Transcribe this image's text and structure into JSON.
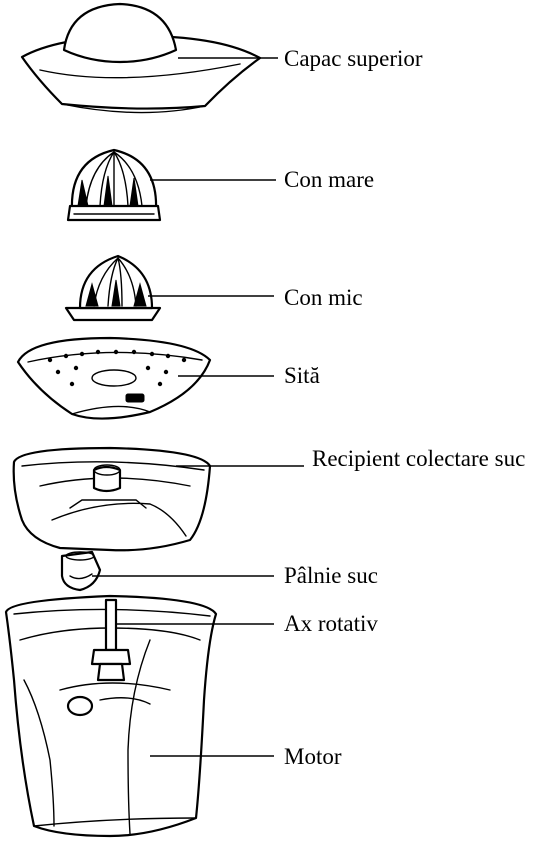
{
  "parts": [
    {
      "id": "capac",
      "label": "Capac superior"
    },
    {
      "id": "con-mare",
      "label": "Con mare"
    },
    {
      "id": "con-mic",
      "label": "Con mic"
    },
    {
      "id": "sita",
      "label": "Sită"
    },
    {
      "id": "recipient",
      "label": "Recipient colectare suc"
    },
    {
      "id": "palnie",
      "label": "Pâlnie suc"
    },
    {
      "id": "ax",
      "label": "Ax rotativ"
    },
    {
      "id": "motor",
      "label": "Motor"
    }
  ],
  "colors": {
    "ink": "#000000",
    "paper": "#ffffff"
  }
}
